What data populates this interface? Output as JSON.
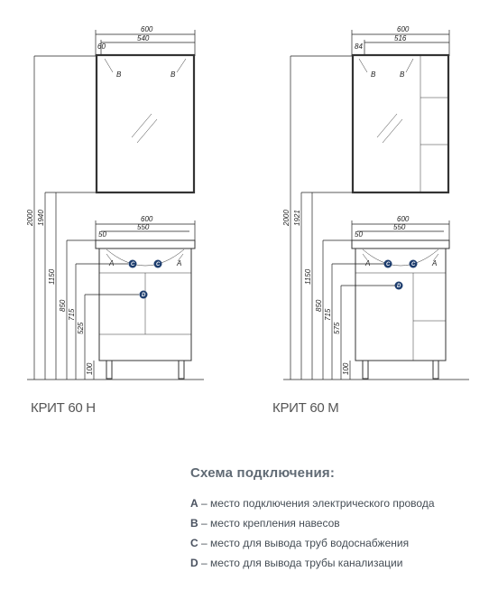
{
  "models": [
    {
      "name": "КРИТ 60 Н",
      "mirror": {
        "width_total": "600",
        "width_inner": "540",
        "offset": "60"
      },
      "cabinet": {
        "width_total": "600",
        "width_inner": "550",
        "top_offset": "50"
      },
      "heights": {
        "total": "2000",
        "mirror": "1940",
        "h1150": "1150",
        "h850": "850",
        "h715": "715",
        "h525": "525",
        "h100": "100"
      }
    },
    {
      "name": "КРИТ 60 М",
      "mirror": {
        "width_total": "600",
        "width_inner": "516",
        "offset": "84"
      },
      "cabinet": {
        "width_total": "600",
        "width_inner": "550",
        "top_offset": "50"
      },
      "heights": {
        "total": "2000",
        "mirror": "1921",
        "h1150": "1150",
        "h850": "850",
        "h715": "715",
        "h575": "575",
        "h100": "100"
      }
    }
  ],
  "markers": {
    "a": "A",
    "b": "B",
    "c": "C",
    "d": "D"
  },
  "legend": {
    "title": "Схема подключения:",
    "items": [
      {
        "key": "A",
        "text": " – место подключения электрического провода"
      },
      {
        "key": "B",
        "text": " – место крепления навесов"
      },
      {
        "key": "C",
        "text": " – место для вывода труб водоснабжения"
      },
      {
        "key": "D",
        "text": " – место для вывода трубы канализации"
      }
    ]
  },
  "colors": {
    "marker": "#1d3d6e",
    "legend_text": "#454d55",
    "title": "#606a74"
  }
}
